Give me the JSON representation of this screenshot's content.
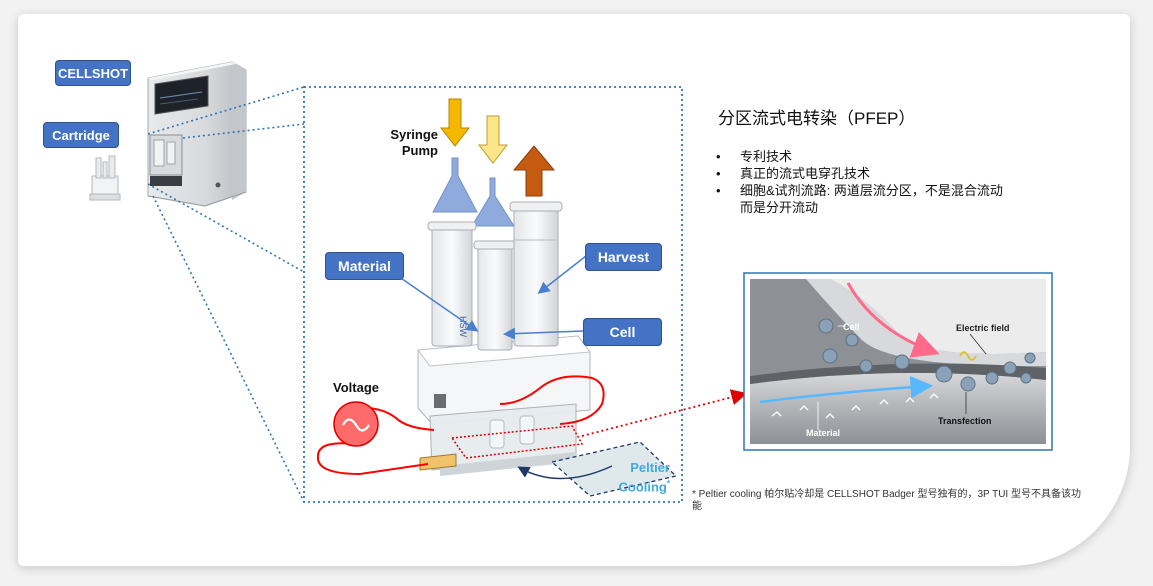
{
  "labels": {
    "cellshot": "CELLSHOT",
    "cartridge": "Cartridge",
    "syringe_pump": "Syringe\nPump",
    "material": "Material",
    "harvest": "Harvest",
    "cell": "Cell",
    "voltage": "Voltage",
    "peltier_line1": "Peltier",
    "peltier_line2": "Cooling",
    "peltier_mark": "*",
    "syringe_print": "HSW"
  },
  "info": {
    "title": "分区流式电转染（PFEP）",
    "bullets": [
      "专利技术",
      "真正的流式电穿孔技术",
      "细胞&试剂流路: 两道层流分区，不是混合流动",
      "而是分开流动"
    ]
  },
  "illustration": {
    "cell_label": "Cell",
    "electric_field_label": "Electric field",
    "material_label": "Material",
    "transfection_label": "Transfection"
  },
  "footnote": "* Peltier cooling 帕尔贴冷却是 CELLSHOT Badger 型号独有的，3P TUI 型号不具备该功能",
  "colors": {
    "label_blue": "#4472c4",
    "arrow_yellow": "#f5b800",
    "arrow_light_yellow": "#fde58a",
    "arrow_orange": "#c55a11",
    "funnel_blue": "#8faadc",
    "dotted_blue": "#2e75b6",
    "voltage_red": "#ff0000",
    "peltier_blue": "#3fa9e0"
  }
}
